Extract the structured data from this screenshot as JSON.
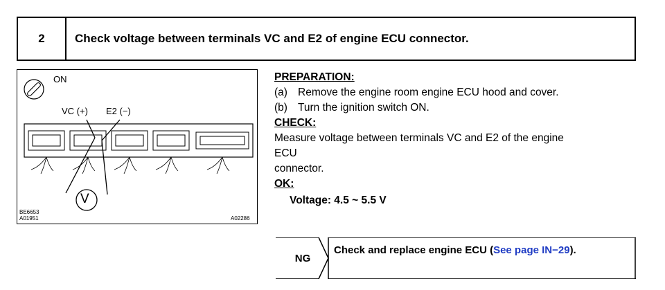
{
  "step": {
    "number": "2",
    "title": "Check voltage between terminals VC and E2 of engine ECU connector."
  },
  "figure": {
    "ignition_label": "ON",
    "vc_label": "VC (+)",
    "e2_label": "E2 (−)",
    "meter_symbol": "V",
    "code_1": "BE6653",
    "code_2": "A01951",
    "code_3": "A02286"
  },
  "preparation": {
    "heading": "PREPARATION:",
    "steps": [
      {
        "label": "(a)",
        "text": "Remove the engine room engine ECU hood and cover."
      },
      {
        "label": "(b)",
        "text": "Turn the ignition switch ON."
      }
    ]
  },
  "check": {
    "heading": "CHECK:",
    "line_1": "Measure voltage between terminals VC and E2 of the engine",
    "line_2": "ECU",
    "line_3": "connector."
  },
  "ok": {
    "heading": "OK:",
    "value": "Voltage: 4.5 ~ 5.5 V"
  },
  "ng": {
    "label": "NG",
    "text_before": "Check and replace engine ECU (",
    "link_text": "See page IN−29",
    "text_after": ")."
  }
}
